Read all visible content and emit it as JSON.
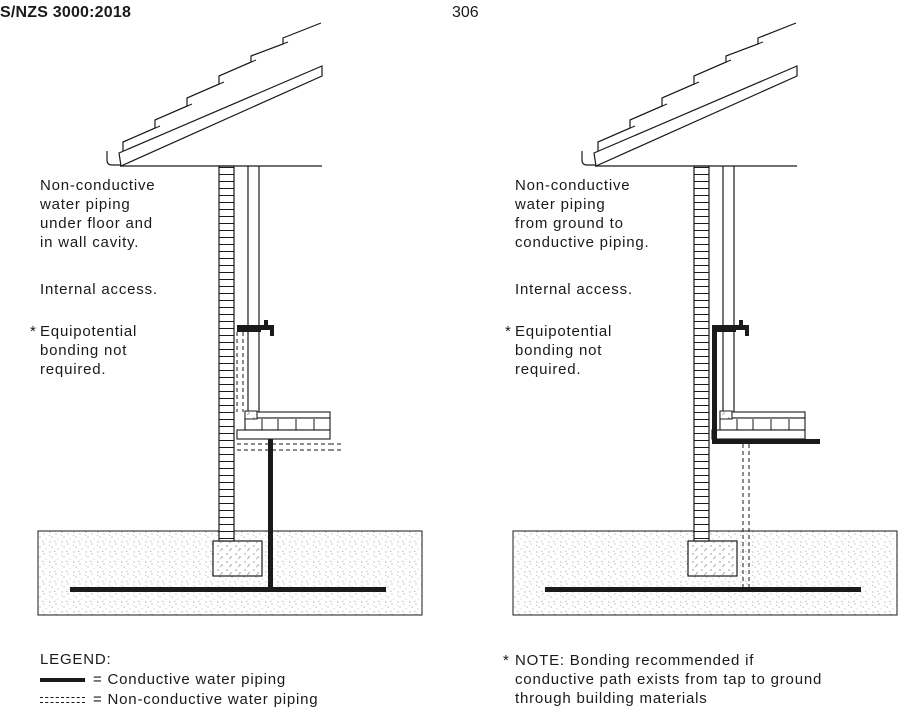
{
  "header": {
    "standard": "S/NZS 3000:2018",
    "page_number": "306"
  },
  "left_figure": {
    "description_lines": [
      "Non-conductive",
      "water piping",
      "under floor and",
      "in wall cavity."
    ],
    "access": "Internal access.",
    "bonding_lines": [
      "Equipotential",
      "bonding not",
      "required."
    ]
  },
  "right_figure": {
    "description_lines": [
      "Non-conductive",
      "water piping",
      "from ground to",
      "conductive piping."
    ],
    "access": "Internal access.",
    "bonding_lines": [
      "Equipotential",
      "bonding not",
      "required."
    ]
  },
  "asterisk": "*",
  "legend": {
    "title": "LEGEND:",
    "conductive": "= Conductive water piping",
    "non_conductive": "= Non-conductive water piping"
  },
  "note": {
    "lines": [
      "NOTE: Bonding recommended if",
      "conductive path exists from tap to ground",
      "through building materials"
    ]
  }
}
